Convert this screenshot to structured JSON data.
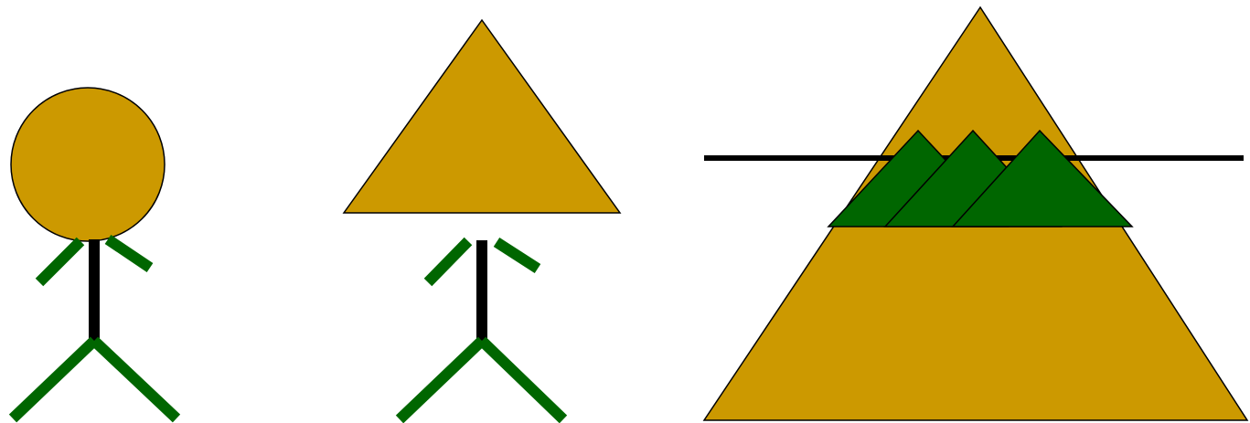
{
  "colors": {
    "background": "#ffffff",
    "fill_gold": "#cc9900",
    "limb_green": "#006600",
    "body_black": "#000000",
    "outline": "#000000"
  },
  "figures": [
    {
      "name": "circle-head-stick-figure",
      "head": "circle"
    },
    {
      "name": "triangle-head-stick-figure",
      "head": "triangle"
    },
    {
      "name": "mountain-scene",
      "elements": [
        "large-triangle",
        "horizontal-line",
        "three-green-peaks"
      ]
    }
  ]
}
